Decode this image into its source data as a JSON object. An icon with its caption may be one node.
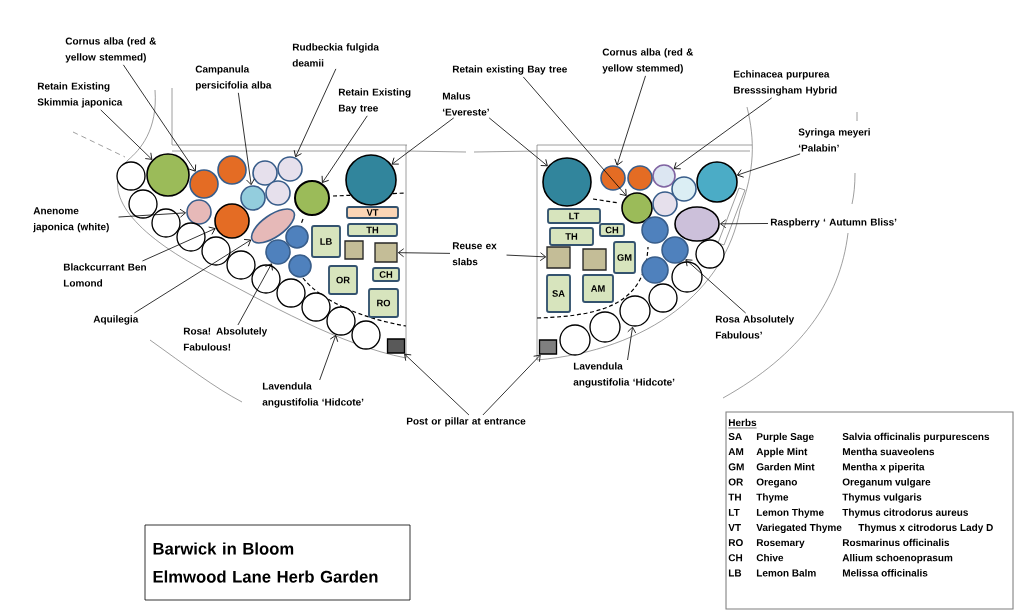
{
  "diagram": {
    "nodes": [
      {
        "text": [
          "Cornus alba (red & yellow stemmed)"
        ]
      },
      {
        "text": [
          "Campanula persicifolia alba"
        ]
      },
      {
        "text": [
          "Rudbeckia fulgida deamii"
        ]
      },
      {
        "text": [
          "Retain Existing Skimmia japonica"
        ]
      },
      {
        "text": [
          "Retain Existing Bay tree"
        ]
      },
      {
        "text": [
          "Malus ‘Evereste’"
        ]
      },
      {
        "text": [
          "Retain existing Bay tree"
        ]
      },
      {
        "text": [
          "Cornus alba (red & yellow stemmed)"
        ]
      },
      {
        "text": [
          "Echinacea purpurea Bresssingham Hybrid"
        ]
      },
      {
        "text": [
          "Syringa meyeri ‘Palabin’"
        ]
      },
      {
        "text": [
          "Anenome japonica (white)"
        ]
      },
      {
        "text": [
          "Raspberry ‘ Autumn Bliss’"
        ]
      },
      {
        "text": [
          "Reuse ex slabs"
        ]
      },
      {
        "text": [
          "Blackcurrant Ben Lomond"
        ]
      },
      {
        "text": [
          "Aquilegia"
        ]
      },
      {
        "text": [
          "Rosa! Absolutely Fabulous!"
        ]
      },
      {
        "text": [
          "Rosa Absolutely Fabulous’"
        ]
      },
      {
        "text": [
          "Lavendula angustifolia ‘Hidcote’"
        ]
      },
      {
        "text": [
          "Lavendula angustifolia ‘Hidcote’"
        ]
      },
      {
        "text": [
          "Post or pillar at entrance"
        ]
      },
      {
        "text": [],
        "shape": "circle"
      },
      {
        "text": [],
        "shape": "circle"
      },
      {
        "text": [],
        "shape": "circle"
      },
      {
        "text": [],
        "shape": "circle"
      },
      {
        "text": [],
        "shape": "circle"
      },
      {
        "text": [],
        "shape": "circle"
      },
      {
        "text": [],
        "shape": "circle"
      },
      {
        "text": [],
        "shape": "circle"
      },
      {
        "text": [],
        "shape": "ellipse"
      },
      {
        "text": [],
        "shape": "circle"
      },
      {
        "text": [],
        "shape": "circle"
      },
      {
        "text": [],
        "shape": "box"
      },
      {
        "text": [],
        "shape": "circle"
      },
      {
        "text": [],
        "shape": "circle"
      },
      {
        "text": [],
        "shape": "circle"
      },
      {
        "text": [],
        "shape": "circle"
      },
      {
        "text": [],
        "shape": "circle"
      },
      {
        "text": [],
        "shape": "ellipse"
      },
      {
        "text": [],
        "shape": "circle"
      },
      {
        "text": [],
        "shape": "circle"
      },
      {
        "text": [],
        "shape": "box"
      },
      {
        "text": [
          "VT"
        ]
      },
      {
        "text": [
          "TH"
        ]
      },
      {
        "text": [
          "LB"
        ]
      },
      {
        "text": [],
        "shape": "box"
      },
      {
        "text": [],
        "shape": "box"
      },
      {
        "text": [
          "OR"
        ]
      },
      {
        "text": [
          "CH"
        ]
      },
      {
        "text": [
          "RO"
        ]
      },
      {
        "text": [
          "LT"
        ]
      },
      {
        "text": [
          "TH"
        ]
      },
      {
        "text": [
          "CH"
        ]
      },
      {
        "text": [],
        "shape": "box"
      },
      {
        "text": [],
        "shape": "box"
      },
      {
        "text": [
          "GM"
        ]
      },
      {
        "text": [
          "SA"
        ]
      },
      {
        "text": [
          "AM"
        ]
      },
      {
        "text": [
          "Barwick in Bloom",
          "Elmwood Lane Herb Garden"
        ]
      },
      {
        "text": [
          "Herbs",
          "SA",
          "Purple Sage",
          "Salvia officinalis purpurescens",
          "AM",
          "Apple Mint",
          "Mentha suaveolens",
          "GM",
          "Garden Mint",
          "Mentha x piperita",
          "OR",
          "Oregano",
          "Oreganum vulgare",
          "TH",
          "Thyme",
          "Thymus vulgaris",
          "LT",
          "Lemon Thyme",
          "Thymus citrodorus aureus",
          "VT",
          "Variegated Thyme",
          "Thymus x citrodorus Lady D",
          "RO",
          "Rosemary",
          "Rosmarinus officinalis",
          "CH",
          "Chive",
          "Allium schoenoprasum",
          "LB",
          "Lemon Balm",
          "Melissa officinalis"
        ]
      },
      {
        "text": [],
        "shape": "circle"
      },
      {
        "text": [],
        "shape": "circle"
      },
      {
        "text": [],
        "shape": "circle"
      },
      {
        "text": [],
        "shape": "circle"
      },
      {
        "text": [],
        "shape": "circle"
      },
      {
        "text": [],
        "shape": "circle"
      },
      {
        "text": [],
        "shape": "circle"
      },
      {
        "text": [],
        "shape": "circle"
      },
      {
        "text": [],
        "shape": "circle"
      },
      {
        "text": [],
        "shape": "circle"
      },
      {
        "text": [],
        "shape": "circle"
      },
      {
        "text": [],
        "shape": "circle"
      },
      {
        "text": [],
        "shape": "circle"
      },
      {
        "text": [],
        "shape": "circle"
      },
      {
        "text": [],
        "shape": "circle"
      },
      {
        "text": [],
        "shape": "circle"
      },
      {
        "text": [],
        "shape": "circle"
      },
      {
        "text": [],
        "shape": "circle"
      },
      {
        "text": [],
        "shape": "circle"
      },
      {
        "text": [],
        "shape": "circle"
      },
      {
        "text": [],
        "shape": "circle"
      },
      {
        "text": [],
        "shape": "circle"
      },
      {
        "text": [],
        "shape": "circle"
      },
      {
        "text": [],
        "shape": "circle"
      },
      {
        "text": [],
        "shape": "circle"
      }
    ],
    "edges": [
      {
        "from": 0,
        "to": 21,
        "arrow": "to"
      },
      {
        "from": 1,
        "to": 22,
        "arrow": "to"
      },
      {
        "from": 2,
        "to": 23,
        "arrow": "to"
      },
      {
        "from": 3,
        "to": 20,
        "arrow": "to"
      },
      {
        "from": 4,
        "to": 24,
        "arrow": "to"
      },
      {
        "from": 5,
        "to": 25,
        "arrow": "to"
      },
      {
        "from": 5,
        "to": 32,
        "arrow": "to"
      },
      {
        "from": 6,
        "to": 36,
        "arrow": "to"
      },
      {
        "from": 7,
        "to": 33,
        "arrow": "to"
      },
      {
        "from": 8,
        "to": 34,
        "arrow": "to"
      },
      {
        "from": 9,
        "to": 35,
        "arrow": "to"
      },
      {
        "from": 10,
        "to": 26,
        "arrow": "to"
      },
      {
        "from": 11,
        "to": 37,
        "arrow": "to"
      },
      {
        "from": 12,
        "to": 45,
        "arrow": "to"
      },
      {
        "from": 12,
        "to": 52,
        "arrow": "to"
      },
      {
        "from": 13,
        "to": 27,
        "arrow": "to"
      },
      {
        "from": 14,
        "to": 28,
        "arrow": "to"
      },
      {
        "from": 15,
        "to": 29,
        "arrow": "to"
      },
      {
        "from": 16,
        "to": 38,
        "arrow": "to"
      },
      {
        "from": 17,
        "to": 30,
        "arrow": "to"
      },
      {
        "from": 18,
        "to": 39,
        "arrow": "to"
      },
      {
        "from": 19,
        "to": 31,
        "arrow": "to"
      },
      {
        "from": 19,
        "to": 40,
        "arrow": "to"
      }
    ]
  }
}
